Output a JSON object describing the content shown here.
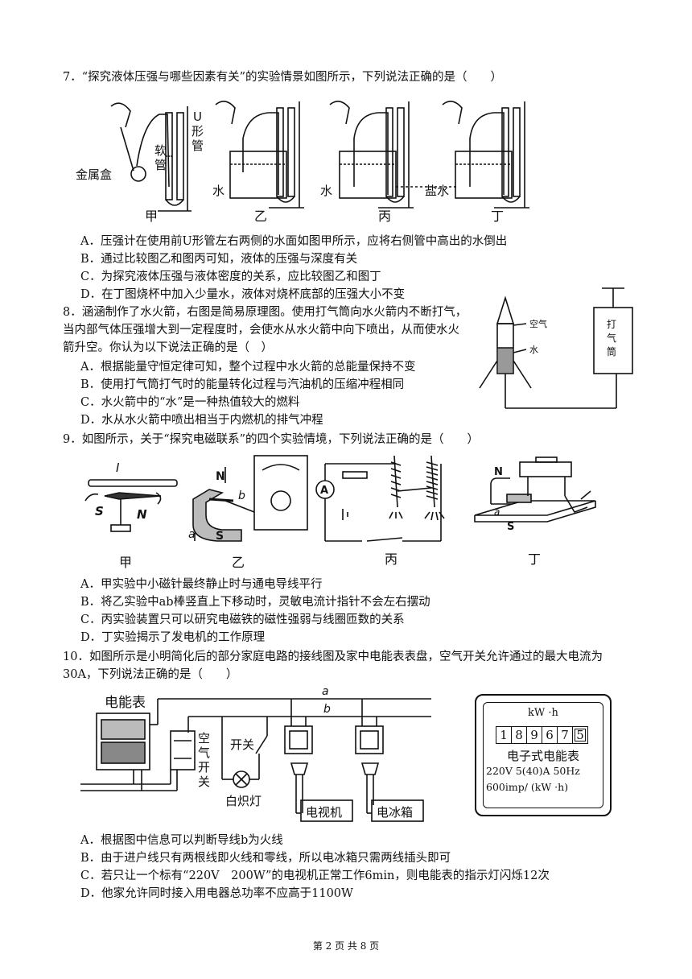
{
  "q7": {
    "stem": "7．“探究液体压强与哪些因素有关”的实验情景如图所示，下列说法正确的是（　　）",
    "fig": {
      "u_tube": "U\n形\n管",
      "u1": "U",
      "u2": "形",
      "u3": "管",
      "hose1": "软",
      "hose2": "管",
      "box": "金属盒",
      "water_yi": "水",
      "water_bing": "水",
      "brine": "盐水",
      "cap_jia": "甲",
      "cap_yi": "乙",
      "cap_bing": "丙",
      "cap_ding": "丁"
    },
    "options": [
      "A．压强计在使用前U形管左右两侧的水面如图甲所示，应将右侧管中高出的水倒出",
      "B．通过比较图乙和图丙可知，液体的压强与深度有关",
      "C．为探究液体压强与液体密度的关系，应比较图乙和图丁",
      "D．在丁图烧杯中加入少量水，液体对烧杯底部的压强大小不变"
    ]
  },
  "q8": {
    "stem": [
      "8．涵涵制作了水火箭，右图是简易原理图。使用打气筒向水火箭内不断打气，",
      "当内部气体压强增大到一定程度时，会使水从水火箭中向下喷出，从而使水火",
      "箭升空。你认为以下说法正确的是（　）"
    ],
    "fig": {
      "air": "空气",
      "water": "水",
      "pump1": "打",
      "pump2": "气",
      "pump3": "筒"
    },
    "options": [
      "A．根据能量守恒定律可知，整个过程中水火箭的总能量保持不变",
      "B．使用打气筒打气时的能量转化过程与汽油机的压缩冲程相同",
      "C．水火箭中的“水”是一种热值较大的燃料",
      "D．水从水火箭中喷出相当于内燃机的排气冲程"
    ]
  },
  "q9": {
    "stem": "9．如图所示，关于“探究电磁联系”的四个实验情境，下列说法正确的是（　　）",
    "fig": {
      "current": "I",
      "s_pole": "S",
      "n_pole": "N",
      "n2": "N",
      "s2": "S",
      "a": "a",
      "b": "b",
      "ammeter": "A",
      "n4": "N",
      "s4": "S",
      "a4": "a",
      "cap_jia": "甲",
      "cap_yi": "乙",
      "cap_bing": "丙",
      "cap_ding": "丁"
    },
    "options": [
      "A．甲实验中小磁针最终静止时与通电导线平行",
      "B．将乙实验中ab棒竖直上下移动时，灵敏电流计指针不会左右摆动",
      "C．丙实验装置只可以研究电磁铁的磁性强弱与线圈匝数的关系",
      "D．丁实验揭示了发电机的工作原理"
    ]
  },
  "q10": {
    "stem": [
      "10．如图所示是小明简化后的部分家庭电路的接线图及家中电能表表盘，空气开关允许通过的最大电流为",
      "30A，下列说法正确的是（　　）"
    ],
    "fig": {
      "meter": "电能表",
      "wire_a": "a",
      "wire_b": "b",
      "air1": "空",
      "air2": "气",
      "air3": "开",
      "air4": "关",
      "switch": "开关",
      "lamp": "白炽灯",
      "tv": "电视机",
      "fridge": "电冰箱",
      "unit": "kW ·h",
      "digits": [
        "1",
        "8",
        "9",
        "6",
        "7",
        "5"
      ],
      "meter_name": "电子式电能表",
      "spec1": "220V  5(40)A  50Hz",
      "spec2": "600imp/ (kW ·h)"
    },
    "options": [
      "A．根据图中信息可以判断导线b为火线",
      "B．由于进户线只有两根线即火线和零线，所以电冰箱只需两线插头即可",
      "C．若只让一个标有“220V　200W”的电视机正常工作6min，则电能表的指示灯闪烁12次",
      "D．他家允许同时接入用电器总功率不应高于1100W"
    ]
  },
  "footer": "第 2 页 共 8 页"
}
